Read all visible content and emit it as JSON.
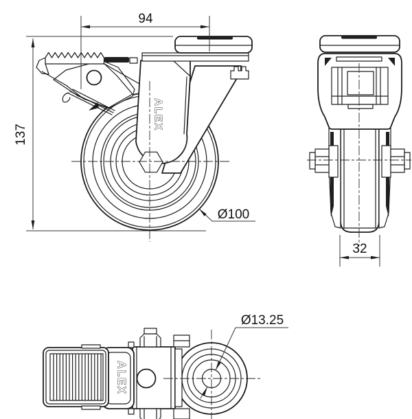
{
  "drawing": {
    "type": "technical-orthographic-drawing",
    "subject": "swivel caster wheel with brake, bolt-hole fitting",
    "brand": "ALEX",
    "ink_color": "#1c1c1c",
    "background_color": "#ffffff",
    "dimensions": {
      "top_width": "94",
      "overall_height": "137",
      "wheel_diameter": "Ø100",
      "wheel_width": "32",
      "bolt_hole_diameter": "Ø13.25"
    }
  }
}
